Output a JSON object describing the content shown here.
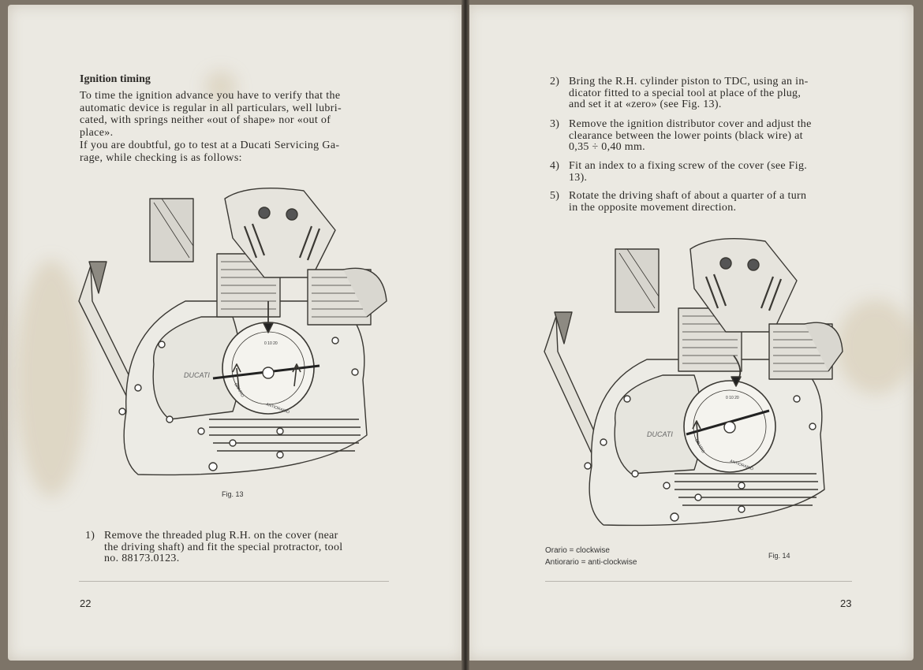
{
  "left_page": {
    "heading": "Ignition timing",
    "intro_paragraph": "To time the ignition advance you have to verify that the\nautomatic device is regular in all particulars, well lubri-\ncated, with springs neither «out of shape» nor «out of\nplace».",
    "second_paragraph": "If you are doubtful, go to test at a Ducati Servicing Ga-\nrage, while checking is as follows:",
    "figure": {
      "caption": "Fig. 13",
      "dial_top_label": "0 10 20",
      "dial_left_label": "ORARIO",
      "dial_bottom_label": "ANTIORARIO",
      "cover_brand": "DUCATI"
    },
    "step": {
      "number": "1)",
      "text": "Remove the threaded plug R.H. on the cover (near\nthe driving shaft) and fit the special protractor, tool\nno. 88173.0123."
    },
    "page_number": "22"
  },
  "right_page": {
    "steps": [
      {
        "number": "2)",
        "text": "Bring the R.H. cylinder piston to TDC, using an in-\ndicator fitted to a special tool at place of the plug,\nand set it at «zero» (see Fig. 13)."
      },
      {
        "number": "3)",
        "text": "Remove the ignition distributor cover and adjust the\nclearance between the lower points (black wire) at\n0,35 ÷ 0,40 mm."
      },
      {
        "number": "4)",
        "text": "Fit an index to a fixing screw of the cover (see Fig.\n13)."
      },
      {
        "number": "5)",
        "text": "Rotate the driving shaft of about a quarter of a turn\nin the opposite movement direction."
      }
    ],
    "figure": {
      "caption": "Fig. 14",
      "dial_top_label": "0 10 20",
      "dial_left_label": "ORARIO",
      "dial_bottom_label": "ANTIORARIO",
      "cover_brand": "DUCATI"
    },
    "legend": [
      "Orario = clockwise",
      "Antiorario = anti-clockwise"
    ],
    "page_number": "23"
  }
}
